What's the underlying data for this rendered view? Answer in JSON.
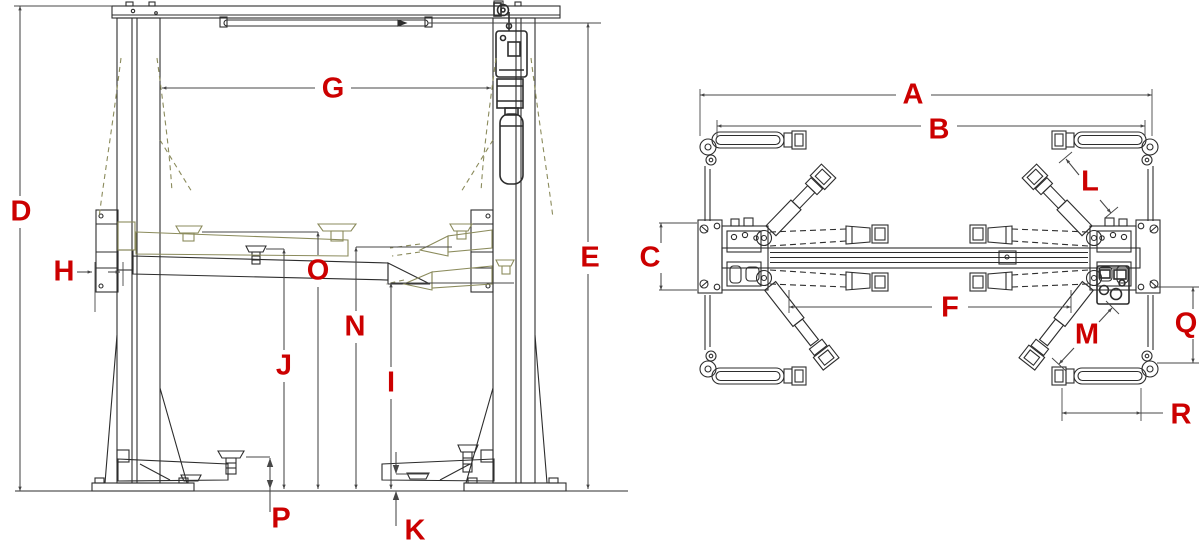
{
  "colors": {
    "label_red": "#cc0000",
    "line": "#2d2d2d",
    "dim_line": "#474747",
    "phantom_olive": "#8b8b5c",
    "background": "#ffffff"
  },
  "side_view_labels": {
    "D": "D",
    "H": "H",
    "G": "G",
    "E": "E",
    "O": "O",
    "N": "N",
    "J": "J",
    "I": "I",
    "P": "P",
    "K": "K"
  },
  "plan_view_labels": {
    "A": "A",
    "B": "B",
    "C": "C",
    "L": "L",
    "F": "F",
    "M": "M",
    "Q": "Q",
    "R": "R"
  }
}
